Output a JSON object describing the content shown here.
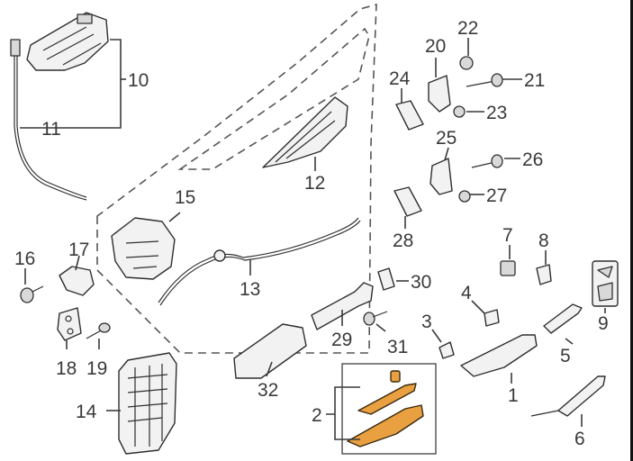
{
  "diagram": {
    "highlight_color": "#e8a040",
    "line_color": "#3a3a3a",
    "callouts": {
      "c1": "1",
      "c2": "2",
      "c3": "3",
      "c4": "4",
      "c5": "5",
      "c6": "6",
      "c7": "7",
      "c8": "8",
      "c9": "9",
      "c10": "10",
      "c11": "11",
      "c12": "12",
      "c13": "13",
      "c14": "14",
      "c15": "15",
      "c16": "16",
      "c17": "17",
      "c18": "18",
      "c19": "19",
      "c20": "20",
      "c21": "21",
      "c22": "22",
      "c23": "23",
      "c24": "24",
      "c25": "25",
      "c26": "26",
      "c27": "27",
      "c28": "28",
      "c29": "29",
      "c30": "30",
      "c31": "31",
      "c32": "32"
    }
  }
}
